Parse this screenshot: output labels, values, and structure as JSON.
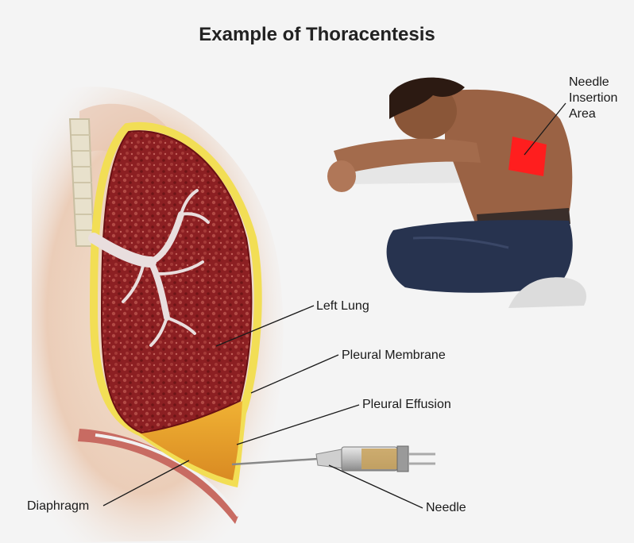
{
  "title": "Example of Thoracentesis",
  "labels": {
    "needle_insertion_area": "Needle\nInsertion\nArea",
    "left_lung": "Left Lung",
    "pleural_membrane": "Pleural Membrane",
    "pleural_effusion": "Pleural Effusion",
    "diaphragm": "Diaphragm",
    "needle": "Needle"
  },
  "colors": {
    "lung": "#8c1f22",
    "pleural_membrane": "#f2de55",
    "effusion": "#e39d2a",
    "insertion_area": "#ff1e1e",
    "skin": "#9a6244",
    "jeans": "#27334f"
  }
}
